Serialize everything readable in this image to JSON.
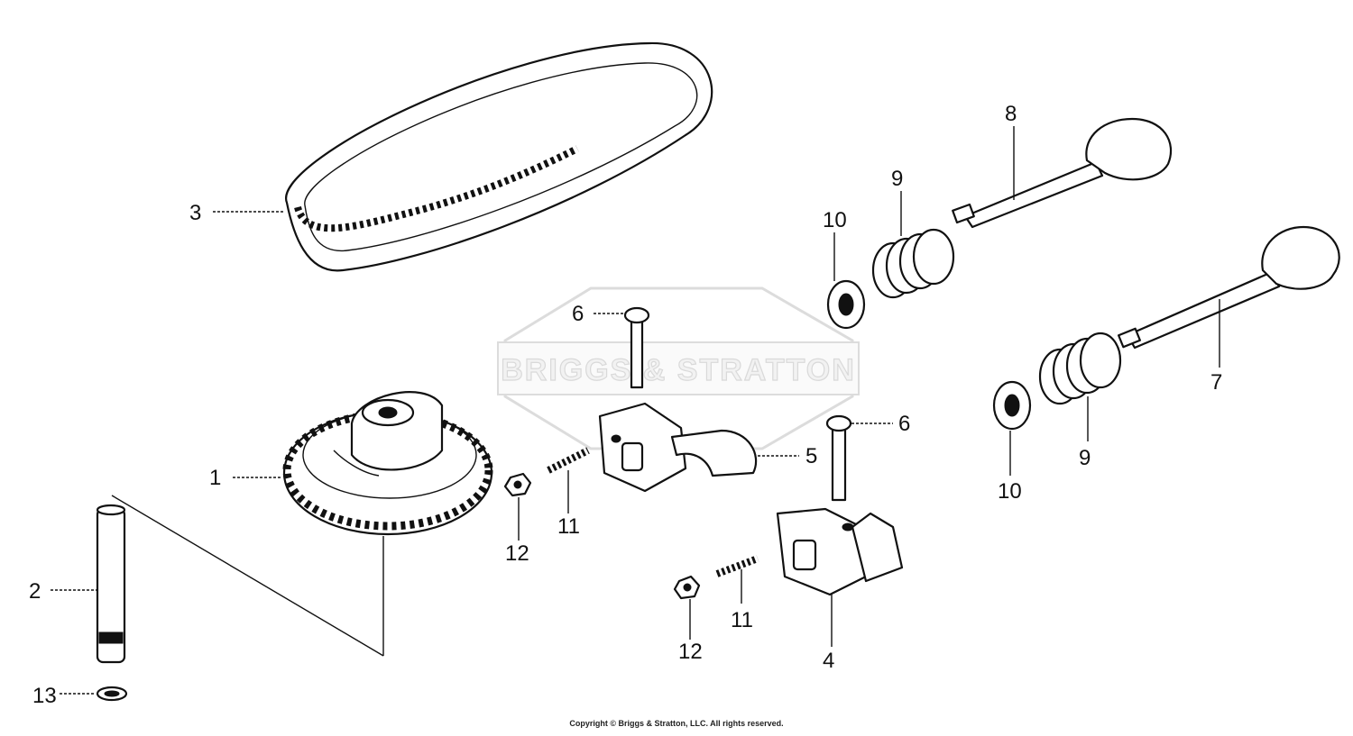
{
  "watermark": {
    "text": "BRIGGS & STRATTON"
  },
  "copyright": "Copyright © Briggs & Stratton, LLC. All rights reserved.",
  "callouts": [
    "1",
    "2",
    "3",
    "4",
    "5",
    "6",
    "7",
    "8",
    "9",
    "10",
    "11",
    "12",
    "13"
  ],
  "callout_repeats": {
    "6b": "6",
    "9b": "9",
    "10b": "10",
    "11b": "11",
    "12b": "12"
  },
  "colors": {
    "ink": "#111111",
    "watermark": "#d9d9d9",
    "background": "#ffffff"
  }
}
